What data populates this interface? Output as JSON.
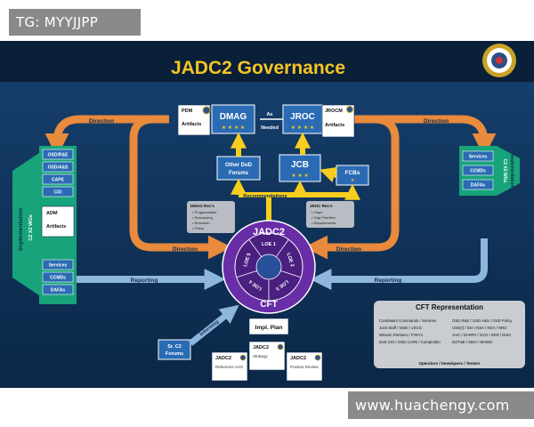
{
  "watermarks": {
    "top": "TG: MYYJJPP",
    "bottom": "www.huachengy.com"
  },
  "title": "JADC2 Governance",
  "flows": {
    "direction": "Direction",
    "reporting": "Reporting",
    "recommendations": "Recommendations",
    "as_needed_line1": "As",
    "as_needed_line2": "Needed",
    "informing": "Informing"
  },
  "left_panel": {
    "side_label": "Implementation",
    "sub_label": "C2 X2 WGs",
    "boxes": [
      "OSD/R&E",
      "OSD/A&S",
      "CAPE",
      "CIO"
    ],
    "doc_top": "ADM",
    "doc_label": "Artifacts",
    "bottom_boxes": [
      "Services",
      "CCMDs",
      "DAFAs"
    ]
  },
  "right_panel": {
    "side_label": "Implementation",
    "sub_label": "C2 X2 WGs",
    "boxes": [
      "Services",
      "CCMDs",
      "DAFAs"
    ]
  },
  "top": {
    "pdm": "PDM",
    "artifacts": "Artifacts",
    "dmag": "DMAG",
    "jroc": "JROC",
    "jrocm": "JROCM",
    "artifacts_right": "Artifacts"
  },
  "middle": {
    "other_forums_line1": "Other DoD",
    "other_forums_line2": "Forums",
    "jcb": "JCB",
    "fcbs": "FCBs"
  },
  "recs_left": {
    "title": "DMAG Rec's",
    "items": [
      "Programmatic",
      "Resourcing",
      "Research",
      "Policy"
    ]
  },
  "recs_right": {
    "title": "JROC Rec's",
    "items": [
      "Gaps",
      "Gap Priorities",
      "Requirements"
    ]
  },
  "wheel": {
    "top": "JADC2",
    "bottom": "CFT",
    "loes": [
      "LOE 1",
      "LOE 2",
      "LOE 3",
      "LOE 4",
      "LOE 5"
    ]
  },
  "impl_plan": "Impl. Plan",
  "sr_forums_line1": "Sr. C2",
  "sr_forums_line2": "Forums",
  "bottom_docs": [
    {
      "header": "JADC2",
      "caption": "Reference Arch"
    },
    {
      "header": "JADC2",
      "caption": "Strategy"
    },
    {
      "header": "JADC2",
      "caption": "Posture Review"
    }
  ],
  "cft": {
    "title": "CFT Representation",
    "left_lines": [
      "Combatant Commands / Services",
      "Joint Staff / NGB / USCG",
      "Mission Partners / FVEYs",
      "DoD CIO / OSD CAPE / Comptroller"
    ],
    "right_lines": [
      "OSD R&E / OSD A&S / OSD Policy",
      "USD(I) / DIA / NSA / NGA / NRO",
      "JAIC / DARPA / SCO / DDS / DISA",
      "DOT&E / MDA / WHMO"
    ],
    "footer": "Operators / Developers / Testers"
  },
  "colors": {
    "background": "#0d2d52",
    "arrow_orange": "#e98a3c",
    "arrow_yellow": "#f7cd1e",
    "arrow_blue": "#8fb6dc",
    "box_blue": "#2a6bb4",
    "panel_green": "#18a47a",
    "wheel_purple": "#6a2da8",
    "title_yellow": "#f3c522"
  }
}
